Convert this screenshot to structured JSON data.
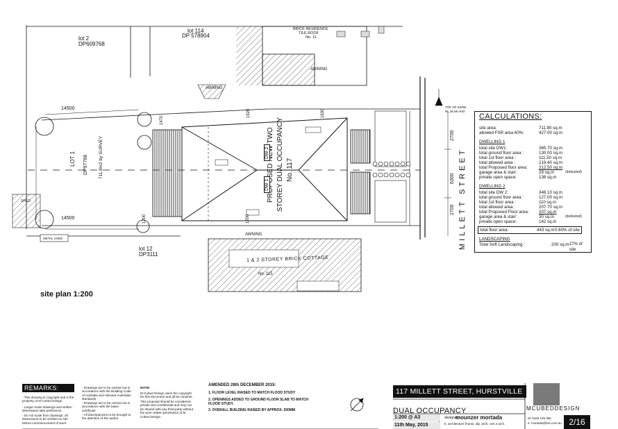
{
  "plan": {
    "lots": {
      "lot2": "lot 2",
      "lot2_dp": "DP609768",
      "lot114": "lot 114",
      "lot114_dp": "DP 578904",
      "lot1": "LOT 1",
      "lot1_dp": "DP97768",
      "lot1_area": "711.8m2 by SURVEY",
      "lot12": "lot 12",
      "lot12_dp": "DP3111"
    },
    "neighbours": {
      "north_1": "BRICK RESIDENCE",
      "north_2": "TILE ROOF",
      "north_3": "No. 11",
      "south": "1 & 2 STOREY BRICK COTTAGE",
      "south_no": "No. 115"
    },
    "labels": {
      "awning_1": "AWNING",
      "awning_2": "AWNING",
      "awning_3": "AWNING",
      "shed": "SHED",
      "metal_shed": "METAL SHED",
      "proposed_1": "PROPOSED NEW TWO",
      "proposed_2": "STOREY DUAL OCCUPANCY",
      "proposed_3": "No. 117",
      "dw1": "DW 1",
      "dw2": "DW 2",
      "street": "MILLETT STREET",
      "dim_14500_a": "14500",
      "dim_14500_b": "14500",
      "dim_2700_a": "2700",
      "dim_6300": "6300",
      "dim_2700_b": "2700",
      "dim_1200_a": "1200",
      "dim_1200_b": "1200",
      "dim_1470": "1470",
      "dim_1630": "1630",
      "dim_1920": "1920",
      "top_kerb": "TOP OF KERB",
      "top_kerb_rl": "RL 26.96 AHD"
    },
    "caption": "site plan  1:200"
  },
  "calculations": {
    "title": "CALCULATIONS:",
    "site": [
      {
        "l": "site area:",
        "v": "711.80 sq.m"
      },
      {
        "l": "allowed FSR area 60%:",
        "v": "427.00 sq.m"
      }
    ],
    "dw1_title": "DWELLING 1",
    "dw1": [
      {
        "l": "total site DW1:",
        "v": "365.70 sq.m",
        "n": ""
      },
      {
        "l": "total ground floor area :",
        "v": "130.00 sq.m",
        "n": ""
      },
      {
        "l": "total 1st floor area :",
        "v": "111.50 sq.m",
        "n": ""
      },
      {
        "l": "total allowed area :",
        "v": "219.40 sq.m",
        "n": ""
      },
      {
        "l": "total Proposed floor area:",
        "v": "212.50 sq.m",
        "n": ""
      },
      {
        "l": "garage area & stair:",
        "v": "29 sq.m",
        "n": "(deducted)"
      },
      {
        "l": "private open space:",
        "v": "138 sq.m",
        "n": ""
      }
    ],
    "dw2_title": "DWELLING 2",
    "dw2": [
      {
        "l": "total site DW 2:",
        "v": "346.10 sq.m",
        "n": ""
      },
      {
        "l": "total ground floor area :",
        "v": "127.00 sq.m",
        "n": ""
      },
      {
        "l": "total 1st floor area :",
        "v": "110 sq.m",
        "n": ""
      },
      {
        "l": "total allowed area :",
        "v": "207.70 sq.m",
        "n": ""
      },
      {
        "l": "total Proposed Floor area:",
        "v": "207 sq.m",
        "n": ""
      },
      {
        "l": "garage area & stair:",
        "v": "30 sq.m",
        "n": "(deducted)"
      },
      {
        "l": "private open space:",
        "v": "142 sq.m",
        "n": ""
      }
    ],
    "total_floor": {
      "l": "total floor area:",
      "v": "443 sq.m",
      "pct": "0.60% of site"
    },
    "land_title": "LANDSCAPING",
    "land": {
      "l": "Total Soft Landscaping :",
      "v": "200 sq.m",
      "pct": "27% of site"
    }
  },
  "remarks": {
    "title": "REMARKS:",
    "col1": [
      "- This drawing is copyright and is the property of M Cubed Design",
      "- Larger scale drawings and written dimensions take preference.",
      "- Do not scale from drawings, all dimensions to be verified on site before commencement of work."
    ],
    "col2": [
      "- Drawings are to be carried out in accordance with the Building Code of Australia and relevant Australian standards",
      "- Drawings are to be carried out in accordance with the basix certificate",
      "- All discrepancies to be brought to the attention of the author."
    ],
    "note_title": "NOTE:",
    "col3": [
      "M Cubed Design owns the copyright for this document and all its contents.",
      "This proposal should be considered private and confidential and may not be shared with any third party without the prior written permission of M Cubed Design"
    ],
    "amend_title": "AMENDED 28th DECEMBER 2015:",
    "amend": [
      "1. FLOOR LEVEL RAISED TO MATCH FLOOD STUDY",
      "2. OPENINGS ADDED TO GROUND FLOOR SLAB TO MATCH FLOOD STUDY.",
      "3. OVERALL BUILDING RAISED BY APPROX. 550MM"
    ]
  },
  "title_block": {
    "address": "117 MILLETT STREET, HURSTVILLE",
    "project": "DUAL OCCUPANCY",
    "scale": "1:200 @ A3",
    "date": "11th May, 2015",
    "designer_label": "designer:",
    "designer": "mounzer mortada",
    "designer_sub": "b. architecture (hons). dip. arch.  cert.4 arch.",
    "phone": "M: 0425 125 356",
    "email": "e: mortada@live.com.au",
    "brand": "MCUBEDDESIGN",
    "sheet": "2/16"
  },
  "colors": {
    "ink": "#111111",
    "hatch_grey": "#666666",
    "logo_grey": "#7a7a7a"
  }
}
